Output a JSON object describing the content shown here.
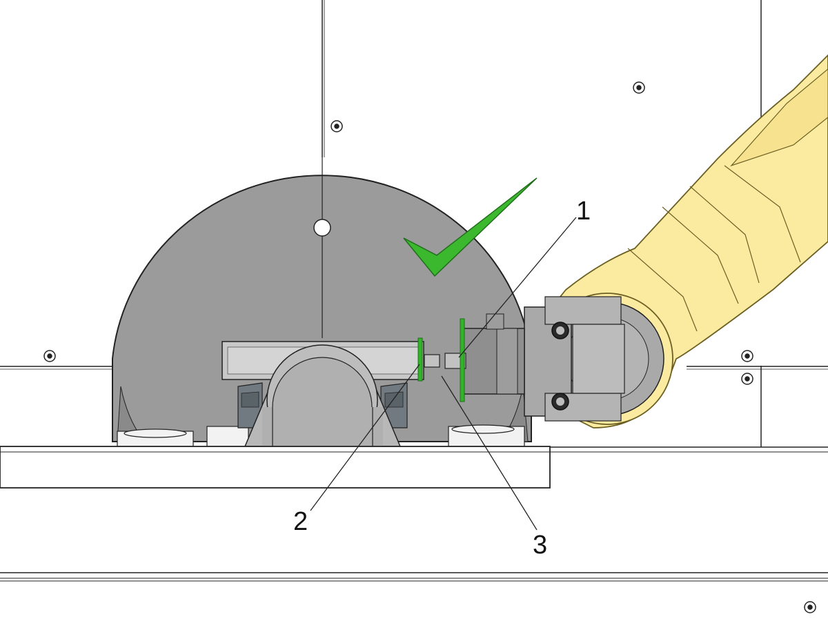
{
  "callouts": [
    {
      "id": "1",
      "label": "1"
    },
    {
      "id": "2",
      "label": "2"
    },
    {
      "id": "3",
      "label": "3"
    }
  ],
  "status_indicator": {
    "meaning": "correct",
    "icon": "checkmark-icon",
    "color": "#3cb82e"
  },
  "colors": {
    "guard": "#9b9b9b",
    "guard_dark": "#8a8a8a",
    "robot_arm": "#faeba0",
    "robot_arm_stroke": "#6b5f22",
    "tool_grey": "#a9a9a9",
    "highlight_green": "#33b22c",
    "line": "#1a1a1a"
  }
}
